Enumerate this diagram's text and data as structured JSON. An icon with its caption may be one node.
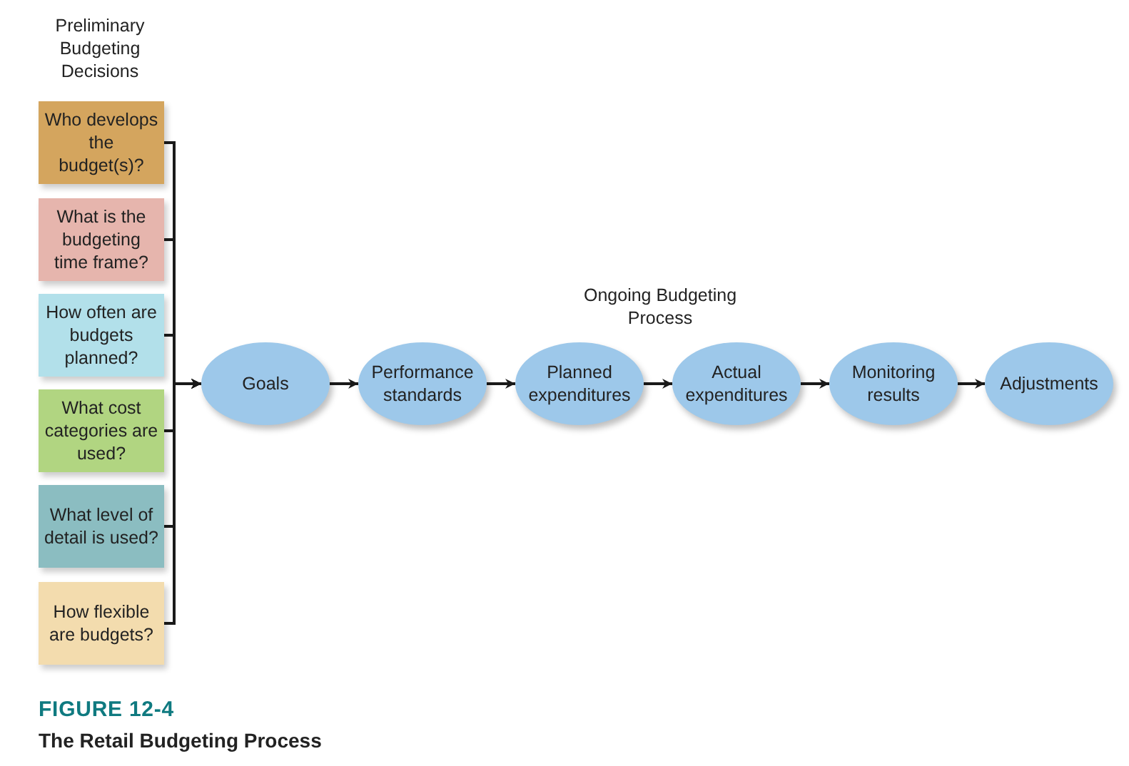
{
  "diagram": {
    "caption": "The Retail Budgeting Process",
    "nodes": [
      {
        "text": [
          "Who develops the budget(s)?"
        ]
      },
      {
        "text": [
          "What is the budgeting time frame?"
        ]
      },
      {
        "text": [
          "How often are budgets planned?"
        ]
      },
      {
        "text": [
          "What cost categories are used?"
        ]
      },
      {
        "text": [
          "What level of detail is used?"
        ]
      },
      {
        "text": [
          "How flexible are budgets?"
        ]
      },
      {
        "text": [
          "Goals"
        ]
      },
      {
        "text": [
          "Performance standards"
        ]
      },
      {
        "text": [
          "Planned expenditures"
        ]
      },
      {
        "text": [
          "Actual expenditures"
        ]
      },
      {
        "text": [
          "Monitoring results"
        ]
      },
      {
        "text": [
          "Adjustments"
        ]
      }
    ],
    "edges": [
      {
        "from": 0,
        "to": 6,
        "arrow": "to"
      },
      {
        "from": 1,
        "to": 6,
        "arrow": "to"
      },
      {
        "from": 2,
        "to": 6,
        "arrow": "to"
      },
      {
        "from": 3,
        "to": 6,
        "arrow": "to"
      },
      {
        "from": 4,
        "to": 6,
        "arrow": "to"
      },
      {
        "from": 5,
        "to": 6,
        "arrow": "to"
      },
      {
        "from": 6,
        "to": 7,
        "arrow": "to"
      },
      {
        "from": 7,
        "to": 8,
        "arrow": "to"
      },
      {
        "from": 8,
        "to": 9,
        "arrow": "to"
      },
      {
        "from": 9,
        "to": 10,
        "arrow": "to"
      },
      {
        "from": 10,
        "to": 11,
        "arrow": "to"
      }
    ],
    "labels": [
      "Preliminary Budgeting Decisions",
      "Ongoing Budgeting Process",
      "FIGURE 12-4"
    ]
  }
}
